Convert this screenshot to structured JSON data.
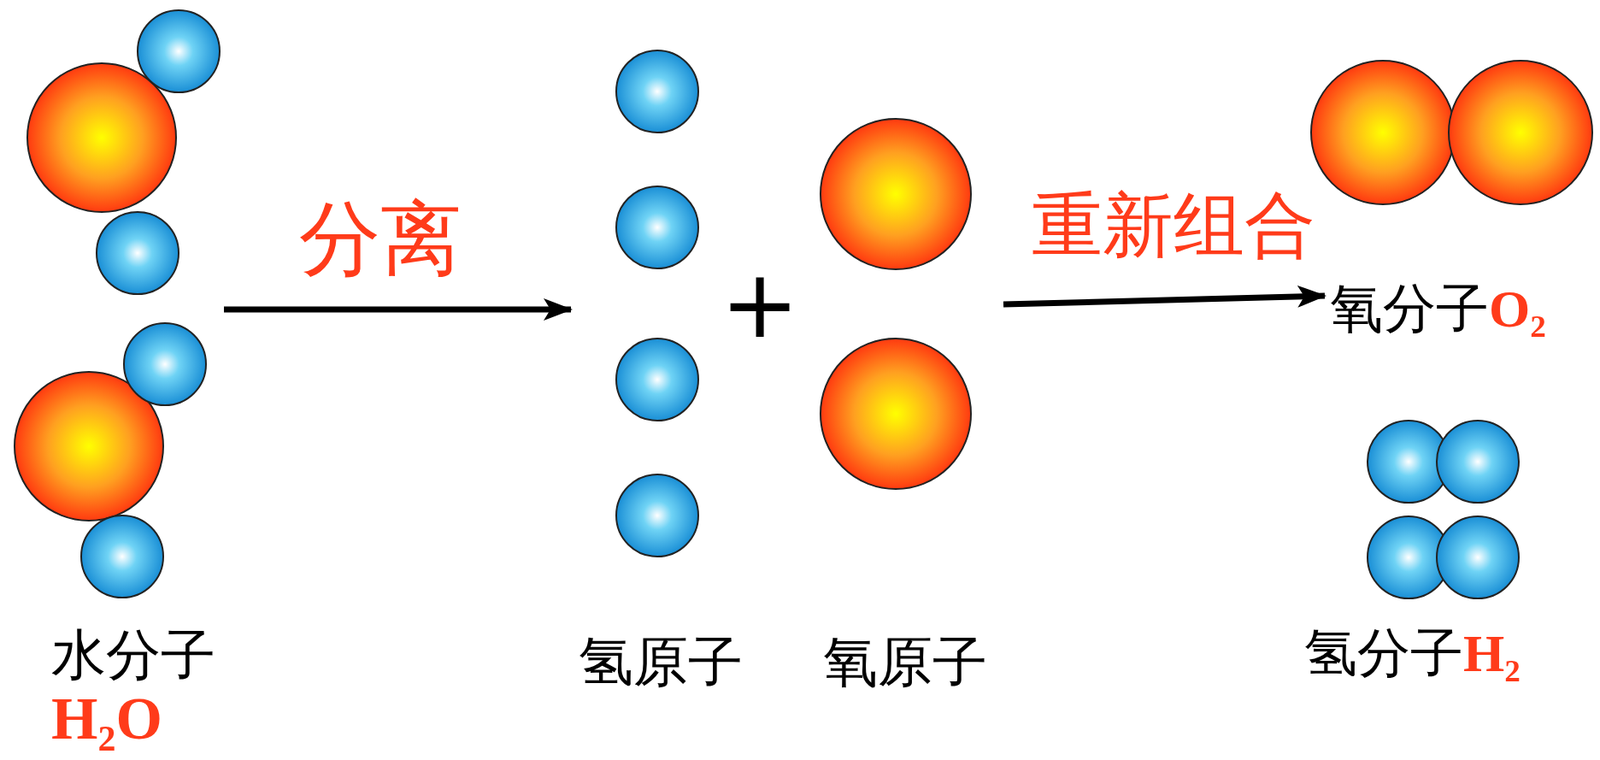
{
  "diagram": {
    "nodes": [
      {
        "text": [
          "水分子",
          "H₂O"
        ]
      },
      {
        "text": [
          "氢原子"
        ]
      },
      {
        "text": [
          "氧原子"
        ]
      },
      {
        "text": [
          "氧分子",
          "O₂"
        ]
      },
      {
        "text": [
          "氢分子",
          "H₂"
        ]
      }
    ],
    "edges": [
      {
        "from": 0,
        "to": 1,
        "arrow": "to",
        "label": "分离"
      },
      {
        "from": 2,
        "to": 3,
        "arrow": "to",
        "label": "重新组合"
      }
    ],
    "labels": [
      "+"
    ]
  }
}
